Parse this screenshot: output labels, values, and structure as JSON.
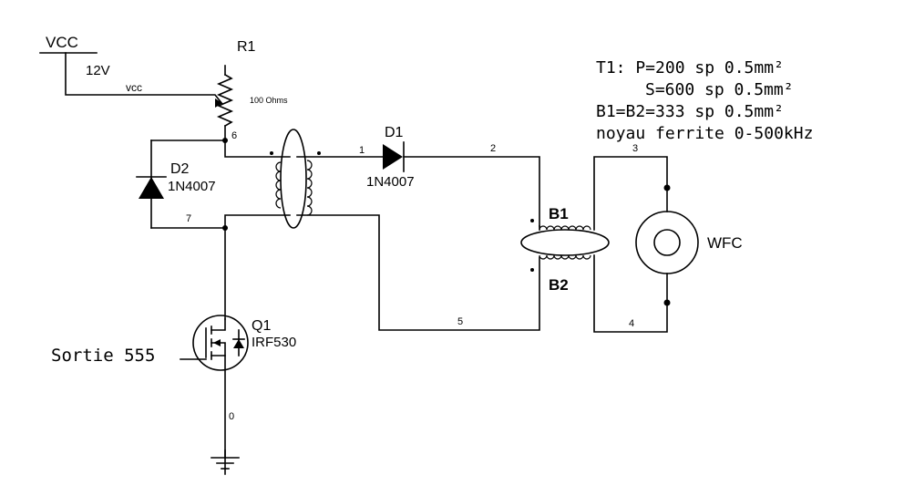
{
  "supply": {
    "label": "VCC",
    "voltage": "12V",
    "net": "vcc"
  },
  "r1": {
    "ref": "R1",
    "value": "100 Ohms"
  },
  "d1": {
    "ref": "D1",
    "part": "1N4007"
  },
  "d2": {
    "ref": "D2",
    "part": "1N4007"
  },
  "q1": {
    "ref": "Q1",
    "part": "IRF530"
  },
  "input_label": "Sortie 555",
  "bifilar": {
    "top": "B1",
    "bottom": "B2"
  },
  "wfc_label": "WFC",
  "nodes": {
    "n0": "0",
    "n1": "1",
    "n2": "2",
    "n3": "3",
    "n4": "4",
    "n5": "5",
    "n6": "6",
    "n7": "7"
  },
  "notes": [
    "T1: P=200 sp 0.5mm²",
    "S=600 sp 0.5mm²",
    "B1=B2=333 sp 0.5mm²",
    "noyau ferrite 0-500kHz"
  ]
}
